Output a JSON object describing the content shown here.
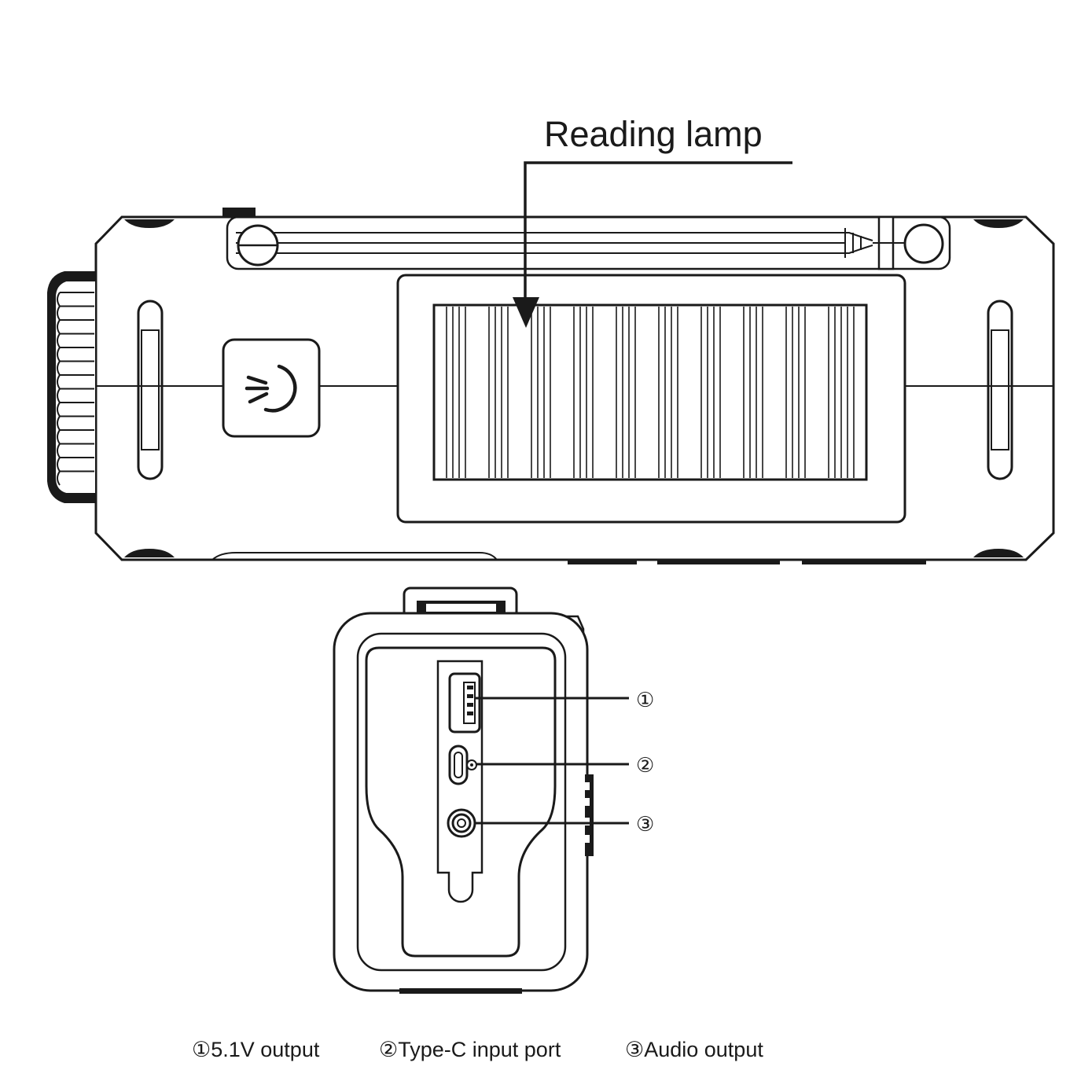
{
  "callout": {
    "reading_lamp": "Reading lamp"
  },
  "port_markers": [
    "①",
    "②",
    "③"
  ],
  "legend": [
    {
      "marker": "①",
      "text": "5.1V output"
    },
    {
      "marker": "②",
      "text": "Type-C input port"
    },
    {
      "marker": "③",
      "text": "Audio output"
    }
  ],
  "icons": {
    "crank": "hand-crank-knob-icon",
    "power": "power-light-button-icon",
    "solar": "solar-panel-icon",
    "usb_a": "usb-a-port-icon",
    "usb_c": "usb-c-port-icon",
    "audio": "audio-jack-icon"
  },
  "colors": {
    "line": "#1a1a1a",
    "background": "#ffffff"
  }
}
